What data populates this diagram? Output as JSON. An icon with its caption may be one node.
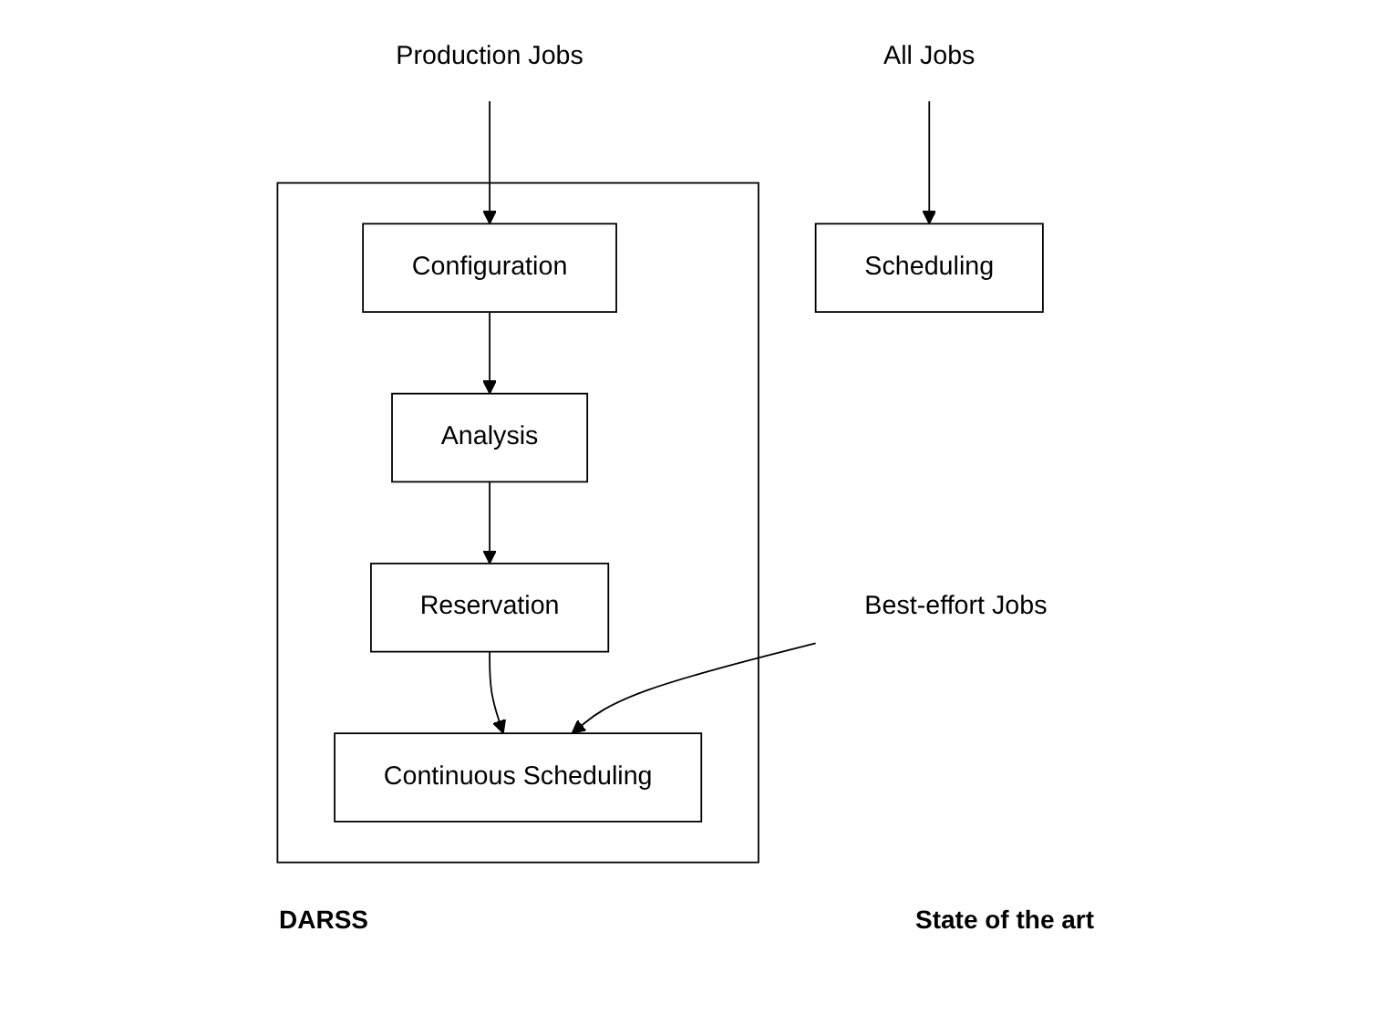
{
  "diagram": {
    "nodes": [
      {
        "text": [
          "All Jobs"
        ]
      },
      {
        "text": [
          "Scheduling"
        ]
      },
      {
        "text": [
          "Production Jobs"
        ]
      },
      {
        "text": [
          "Best-effort Jobs"
        ]
      },
      {
        "text": [],
        "shape": "box"
      },
      {
        "text": [
          "Configuration"
        ],
        "in": 4
      },
      {
        "text": [
          "Analysis"
        ],
        "in": 4
      },
      {
        "text": [
          "Reservation"
        ],
        "in": 4
      },
      {
        "text": [
          "Continuous Scheduling"
        ],
        "in": 4
      }
    ],
    "edges": [
      {
        "from": 0,
        "to": 1,
        "arrow": "to"
      },
      {
        "from": 2,
        "to": 5,
        "arrow": "to"
      },
      {
        "from": 5,
        "to": 6,
        "arrow": "to"
      },
      {
        "from": 6,
        "to": 7,
        "arrow": "to"
      },
      {
        "from": 7,
        "to": 8,
        "arrow": "to"
      },
      {
        "from": 3,
        "to": 8,
        "arrow": "to"
      }
    ],
    "labels": [
      "State of the art",
      "DARSS"
    ]
  }
}
